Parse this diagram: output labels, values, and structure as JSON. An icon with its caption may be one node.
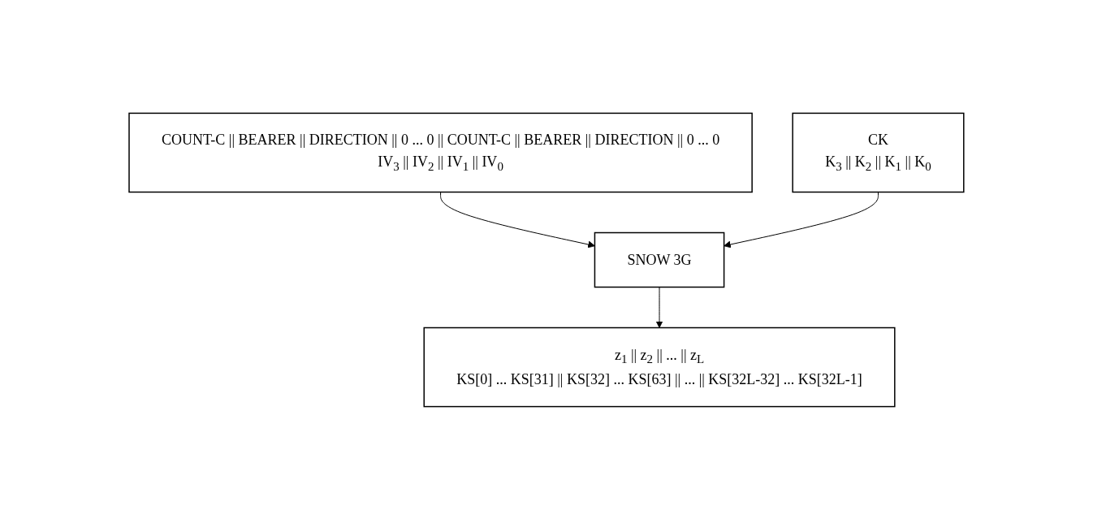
{
  "diagram": {
    "nodes": [
      {
        "text": [
          "COUNT-C || BEARER || DIRECTION || 0 ... 0 || COUNT-C || BEARER || DIRECTION || 0 ... 0",
          "IV$_{3}$ || IV$_{2}$ || IV$_{1}$ || IV$_{0}$"
        ]
      },
      {
        "text": [
          "CK",
          "K$_{3}$ || K$_{2}$ || K$_{1}$ || K$_{0}$"
        ]
      },
      {
        "text": [
          "SNOW 3G"
        ]
      },
      {
        "text": [
          "z$_{1}$ || z$_{2}$ || ... || z$_{L}$",
          "KS[0] ... KS[31] || KS[32] ... KS[63] || ... || KS[32L-32] ... KS[32L-1]"
        ]
      }
    ],
    "edges": [
      {
        "from": 0,
        "to": 2,
        "arrow": "to"
      },
      {
        "from": 1,
        "to": 2,
        "arrow": "to"
      },
      {
        "from": 2,
        "to": 3,
        "arrow": "to"
      }
    ]
  }
}
